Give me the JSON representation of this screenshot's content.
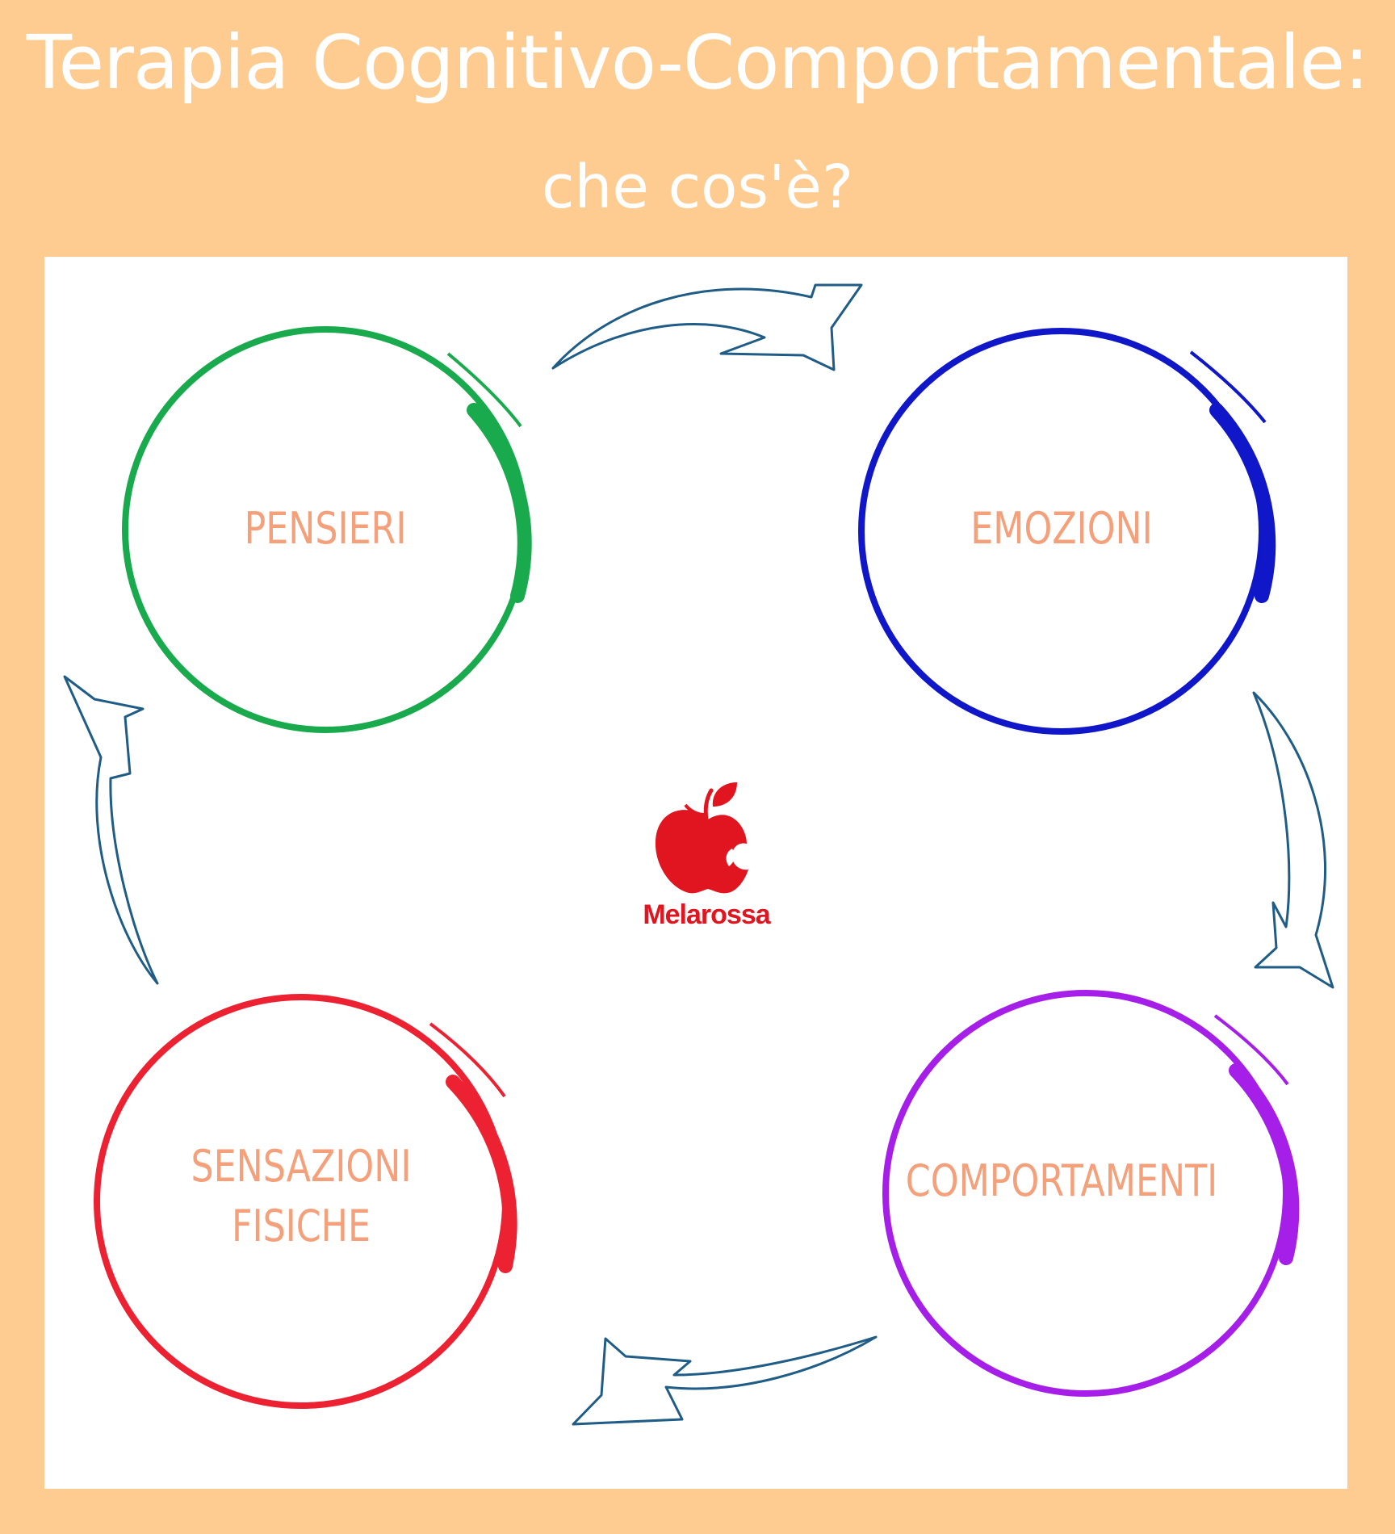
{
  "header": {
    "title": "Terapia Cognitivo-Comportamentale:",
    "subtitle": "che cos'è?"
  },
  "nodes": [
    {
      "label": "PENSIERI",
      "color": "#1AAA4E"
    },
    {
      "label": "EMOZIONI",
      "color": "#0F17C8"
    },
    {
      "label": "COMPORTAMENTI",
      "color": "#A51FE8"
    },
    {
      "label": "SENSAZIONI\nFISICHE",
      "color": "#EC2233"
    }
  ],
  "cycle_order": [
    "PENSIERI",
    "EMOZIONI",
    "COMPORTAMENTI",
    "SENSAZIONI FISICHE"
  ],
  "logo": {
    "text": "Melarossa",
    "color": "#E1151F",
    "icon": "apple-icon"
  },
  "colors": {
    "background": "#FECC90",
    "panel": "#FFFFFF",
    "arrow_stroke": "#1F5C86",
    "label_text": "#F4A07A"
  }
}
